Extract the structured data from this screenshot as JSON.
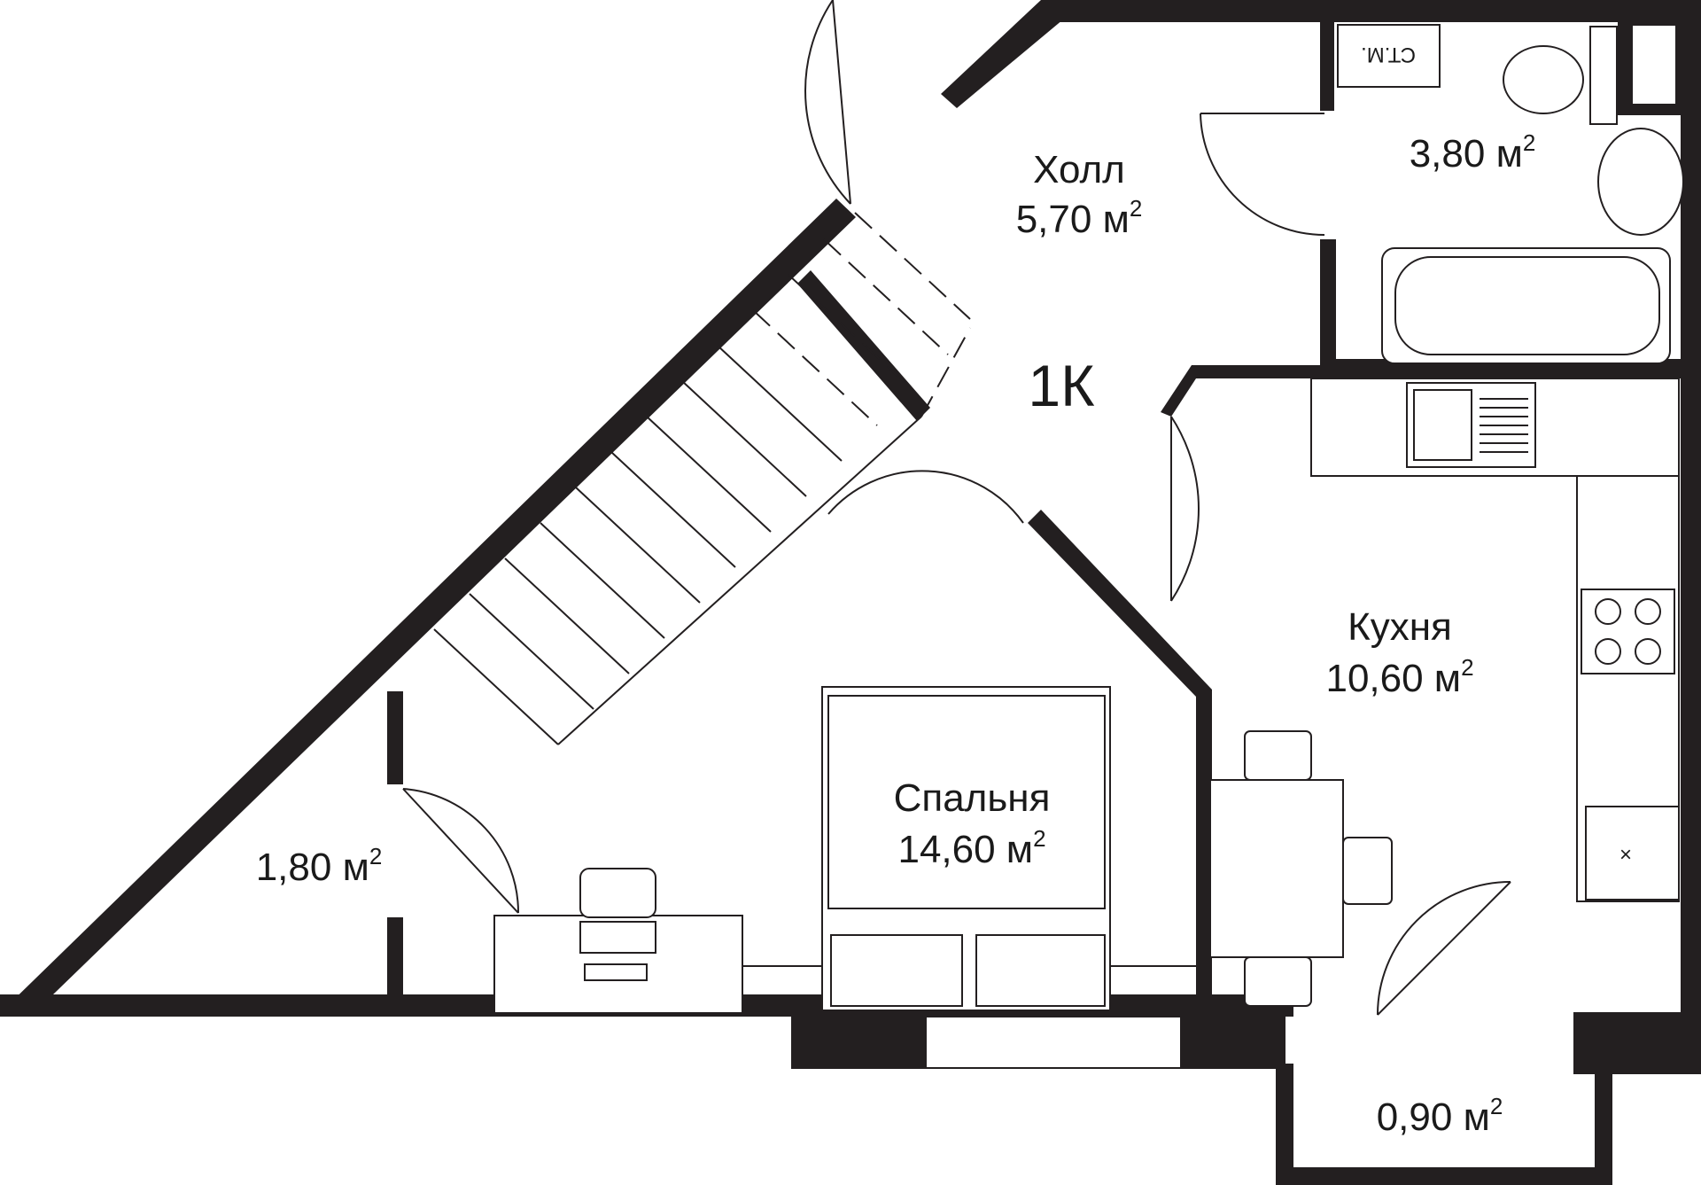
{
  "plan": {
    "title": "1К",
    "unit": "м",
    "unit_power": "2",
    "meter_label": "СТ.М.",
    "washer_label": "×",
    "rooms": [
      {
        "id": "hall",
        "name": "Холл",
        "area": "5,70 м"
      },
      {
        "id": "bathroom",
        "name": "",
        "area": "3,80 м"
      },
      {
        "id": "kitchen",
        "name": "Кухня",
        "area": "10,60 м"
      },
      {
        "id": "bedroom",
        "name": "Спальня",
        "area": "14,60 м"
      },
      {
        "id": "storage",
        "name": "",
        "area": "1,80 м"
      },
      {
        "id": "balcony",
        "name": "",
        "area": "0,90 м"
      }
    ]
  },
  "colors": {
    "wall": "#231f20",
    "background": "#ffffff"
  }
}
